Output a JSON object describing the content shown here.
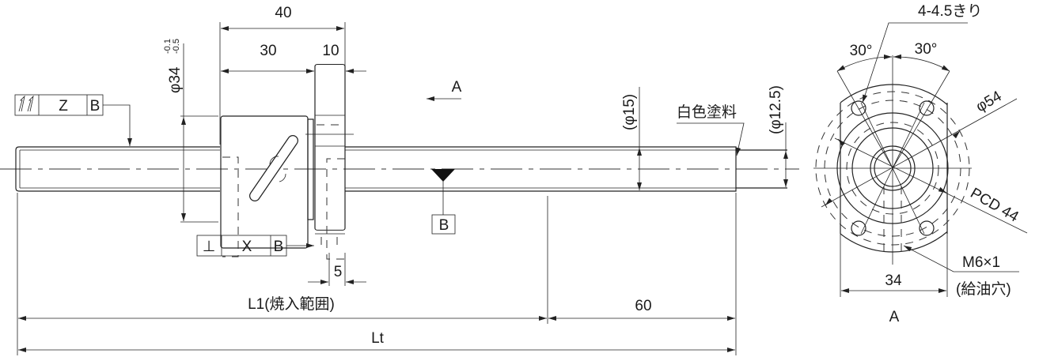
{
  "title": "Ball screw dimension drawing",
  "dimensions": {
    "nut_total_length": "40",
    "nut_body_length": "30",
    "flange_thickness": "10",
    "nut_diameter": "φ34",
    "nut_tol_upper": "-0.1",
    "nut_tol_lower": "-0.5",
    "flange_offset": "5",
    "shaft_diameter": "(φ15)",
    "end_diameter": "(φ12.5)",
    "l1_label": "L1(焼入範囲)",
    "end_length": "60",
    "total_length": "Lt"
  },
  "tolerances": {
    "runout": {
      "symbol": "⌰",
      "value": "Z",
      "datum": "B"
    },
    "perpendicularity": {
      "symbol": "⊥",
      "value": "X",
      "datum": "B"
    }
  },
  "datum_label": "B",
  "view_arrow_label": "A",
  "annotations": {
    "white_paint": "白色塗料"
  },
  "end_view": {
    "holes": "4-4.5きり",
    "angle_left": "30°",
    "angle_right": "30°",
    "flange_diameter": "φ54",
    "pcd": "PCD 44",
    "flange_width": "34",
    "oil_hole": "M6×1",
    "oil_hole_note": "(給油穴)",
    "view_label": "A"
  },
  "colors": {
    "line": "#222222",
    "background": "#ffffff"
  }
}
